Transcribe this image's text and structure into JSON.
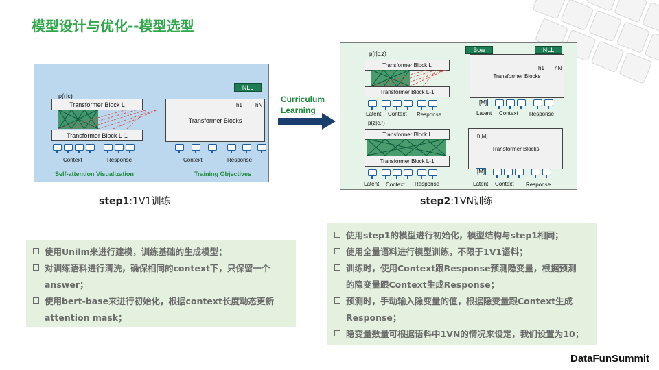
{
  "title": "模型设计与优化--模型选型",
  "step1": {
    "p_label": "p(r|c)",
    "block_L": "Transformer Block L",
    "block_L1": "Transformer Block L-1",
    "context": "Context",
    "response": "Response",
    "caption_left": "Self-attention Visualization",
    "blocks": "Transformer Blocks",
    "nll": "NLL",
    "h1": "h1",
    "hN": "hN",
    "context2": "Context",
    "response2": "Response",
    "caption_right": "Training Objectives",
    "step_bold": "step1",
    "step_rest": ":1V1训练"
  },
  "arrow_label": [
    "Curriculum",
    "Learning"
  ],
  "step2": {
    "p_top": "p(r|c,z)",
    "block_L": "Transformer Block L",
    "block_L1": "Transformer Block L-1",
    "latent": "Latent",
    "context": "Context",
    "response": "Response",
    "p_bottom": "p(z|c,r)",
    "block_L_b": "Transformer Block L",
    "block_L1_b": "Transformer Block L-1",
    "latent_b": "Latent",
    "context_b": "Context",
    "response_b": "Response",
    "bow": "Bow",
    "nll": "NLL",
    "blocks_top": "Transformer Blocks",
    "h1": "h1",
    "hN": "hN",
    "m": "[M]",
    "latent_r": "Latent",
    "context_r": "Context",
    "response_r": "Response",
    "hm": "h[M]",
    "blocks_bottom": "Transformer Blocks",
    "latent_r2": "Latent",
    "context_r2": "Context",
    "response_r2": "Response",
    "step_bold": "step2",
    "step_rest": ":1VN训练"
  },
  "bullets_left": [
    "使用Unilm来进行建模，训练基础的生成模型；",
    "对训练语料进行清洗，确保相同的context下，只保留一个",
    "answer；",
    "使用bert-base来进行初始化，根据context长度动态更新",
    "attention mask；"
  ],
  "bullets_right": [
    "使用step1的模型进行初始化，模型结构与step1相同；",
    "使用全量语料进行模型训练，不限于1V1语料；",
    "训练时，使用Context跟Response预测隐变量，根据预测",
    "的隐变量跟Context生成Response；",
    "预测时，手动输入隐变量的值，根据隐变量跟Context生成",
    "Response；",
    "隐变量数量可根据语料中1VN的情况来设定，我们设置为10；"
  ],
  "brand": "DataFunSummit",
  "colors": {
    "title": "#2ea84a",
    "panel1": "#bcd8ee",
    "panel2": "#e6f3e9",
    "green_label": "#1e7d55",
    "bullet_bg": "#e4f1de"
  }
}
